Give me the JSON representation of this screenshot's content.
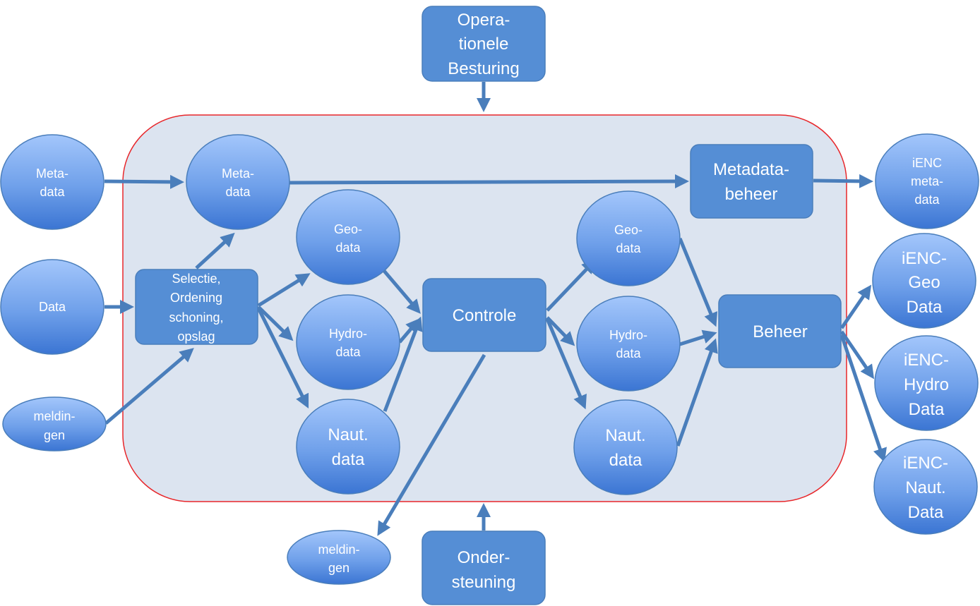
{
  "diagram": {
    "top_box": [
      "Opera-",
      "tionele",
      "Besturing"
    ],
    "bottom_box": [
      "Onder-",
      "steuning"
    ],
    "inputs": {
      "meta": [
        "Meta-",
        "data"
      ],
      "data": [
        "Data"
      ],
      "meldingen": [
        "meldin-",
        "gen"
      ]
    },
    "inner_meta": [
      "Meta-",
      "data"
    ],
    "selectie": [
      "Selectie,",
      "Ordening",
      "schoning,",
      "opslag"
    ],
    "left_geo": [
      "Geo-",
      "data"
    ],
    "left_hydro": [
      "Hydro-",
      "data"
    ],
    "left_naut": [
      "Naut.",
      "data"
    ],
    "controle": [
      "Controle"
    ],
    "right_geo": [
      "Geo-",
      "data"
    ],
    "right_hydro": [
      "Hydro-",
      "data"
    ],
    "right_naut": [
      "Naut.",
      "data"
    ],
    "metadatabeheer": [
      "Metadata-",
      "beheer"
    ],
    "beheer": [
      "Beheer"
    ],
    "meldingen_out": [
      "meldin-",
      "gen"
    ],
    "outputs": {
      "ienc_meta": [
        "iENC",
        "meta-",
        "data"
      ],
      "ienc_geo": [
        "iENC-",
        "Geo",
        "Data"
      ],
      "ienc_hydro": [
        "iENC-",
        "Hydro",
        "Data"
      ],
      "ienc_naut": [
        "iENC-",
        "Naut.",
        "Data"
      ]
    },
    "colors": {
      "box_fill": "#558ed5",
      "arrow": "#4a7ebb",
      "container_fill": "#dce4f0",
      "container_border": "#e8262a",
      "circle_top": "#9ec2fa",
      "circle_bottom": "#3f79d6"
    }
  }
}
